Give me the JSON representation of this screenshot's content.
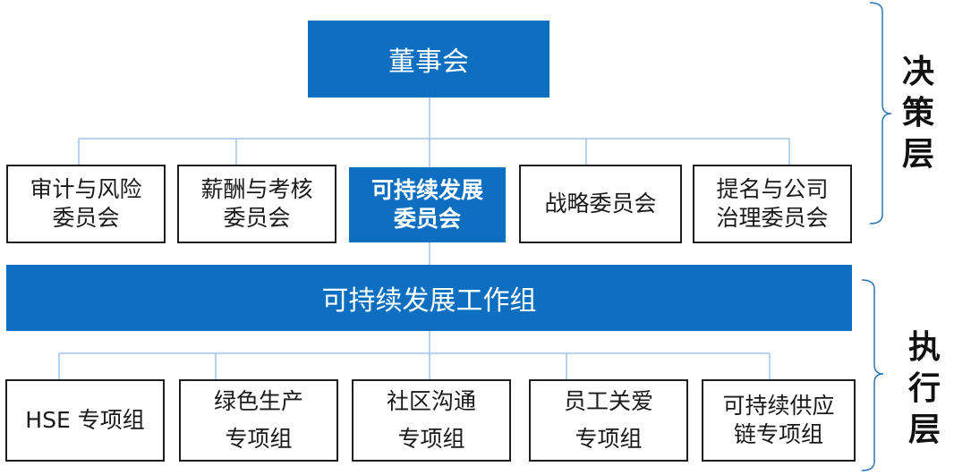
{
  "board": "董事会",
  "committees": [
    {
      "label": "审计与风险\n委员会"
    },
    {
      "label": "薪酬与考核\n委员会"
    },
    {
      "label": "可持续发展\n委员会"
    },
    {
      "label": "战略委员会"
    },
    {
      "label": "提名与公司\n治理委员会"
    }
  ],
  "working_group": "可持续发展工作组",
  "task_groups": [
    {
      "label": "HSE 专项组"
    },
    {
      "label": "绿色生产\n专项组"
    },
    {
      "label": "社区沟通\n专项组"
    },
    {
      "label": "员工关爱\n专项组"
    },
    {
      "label": "可持续供应\n链专项组"
    }
  ],
  "side_labels": {
    "decision": "决\n策\n层",
    "execution": "执\n行\n层"
  },
  "colors": {
    "primary_blue": "#0E6FC1",
    "connector": "#9DC3E6",
    "border": "#1f1f1f"
  }
}
